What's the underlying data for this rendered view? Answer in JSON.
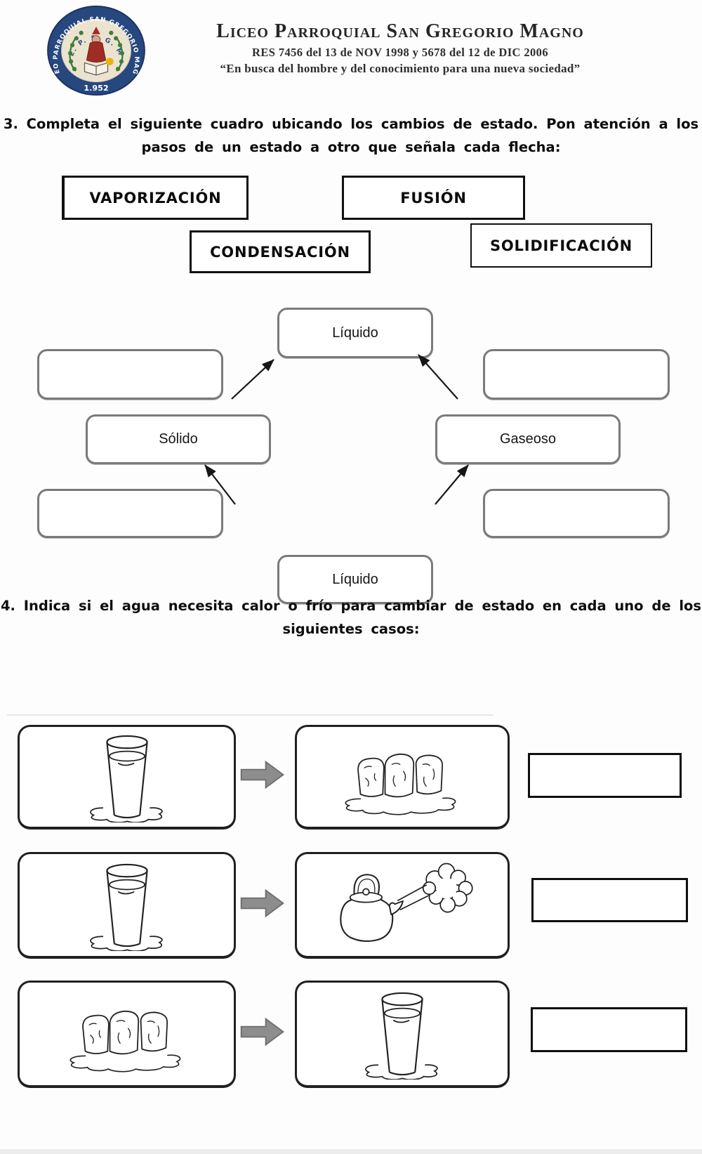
{
  "header": {
    "logo": {
      "ring_text": "LICEO PARROQUIAL SAN GREGORIO MAGNO",
      "acronym": "L. P. S. G. M",
      "year": "1.952",
      "colors": {
        "ring_blue": "#27477f",
        "inner_cream": "#ece3cf",
        "laurel_green": "#3e7d3e",
        "figure_red": "#9e2d23",
        "accent_yellow": "#e8b40c"
      }
    },
    "school_name": "Liceo Parroquial San Gregorio Magno",
    "resolution_line": "RES 7456 del 13 de NOV 1998 y 5678 del 12 de DIC 2006",
    "motto_line": "“En busca del hombre y del conocimiento para una nueva sociedad”"
  },
  "question3": {
    "text_line1": "3. Completa el siguiente cuadro ubicando los cambios de estado. Pon atención a los",
    "text_line2": "pasos de un estado a otro que señala cada flecha:"
  },
  "word_bank": [
    {
      "label": "VAPORIZACIÓN"
    },
    {
      "label": "FUSIÓN"
    },
    {
      "label": "CONDENSACIÓN"
    },
    {
      "label": "SOLIDIFICACIÓN"
    }
  ],
  "state_diagram": {
    "top_box": "Líquido",
    "left_box": "Sólido",
    "right_box": "Gaseoso",
    "bottom_box": "Líquido",
    "empty_answer_boxes": [
      "",
      "",
      "",
      ""
    ]
  },
  "question4": {
    "text_line1": "4. Indica si el agua necesita calor o frío para cambiar de estado en cada uno de los",
    "text_line2": "siguientes casos:"
  },
  "cases": [
    {
      "from_icon": "glass-of-water",
      "to_icon": "melting-ice-cubes",
      "answer": ""
    },
    {
      "from_icon": "glass-of-water",
      "to_icon": "steaming-kettle",
      "answer": ""
    },
    {
      "from_icon": "melting-ice-cubes",
      "to_icon": "glass-of-water",
      "answer": ""
    }
  ],
  "colors": {
    "diagram_box_border": "#7a7a7a",
    "word_box_border": "#111111",
    "case_box_border": "#1c1c1c",
    "transform_arrow_gray": "#8d8d8d",
    "text_black": "#111111"
  }
}
